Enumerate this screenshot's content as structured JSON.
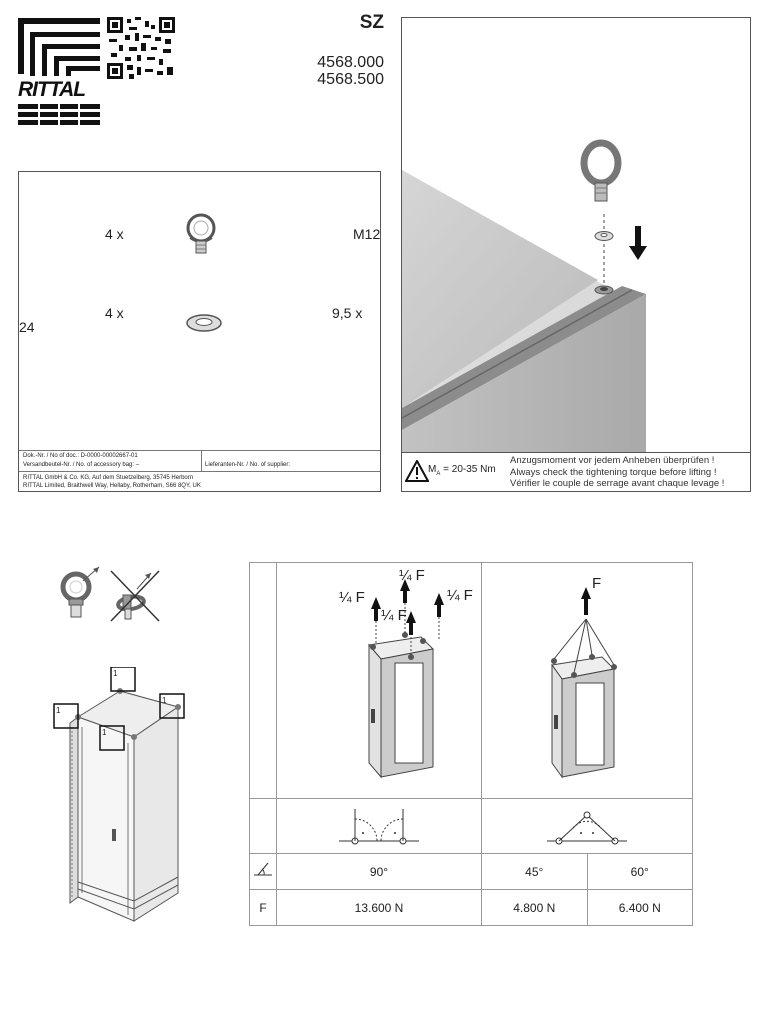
{
  "header": {
    "brand": "RITTAL",
    "product_code": "SZ",
    "article_numbers": [
      "4568.000",
      "4568.500"
    ]
  },
  "parts": {
    "items": [
      {
        "qty": "4 x",
        "icon": "eyebolt-icon",
        "size": "M12"
      },
      {
        "qty": "4 x",
        "icon": "washer-icon",
        "size_line1": "9,5 x",
        "size_line2": "24"
      }
    ],
    "doc_no": "Dok.-Nr. / No of doc.: D-0000-00002667-01",
    "bag_no": "Versandbeutel-Nr. / No. of accessory bag: –",
    "supplier_no": "Lieferanten-Nr. / No. of supplier:",
    "address_line1": "RITTAL GmbH & Co. KG, Auf dem Stuetzelberg, 35745 Herborn",
    "address_line2": "RITTAL Limited, Braithwell Way, Hellaby, Rotherham, S66 8QY, UK"
  },
  "installation": {
    "torque_label": "= 20-35 Nm",
    "torque_symbol": "M",
    "torque_subscript": "A",
    "warning_de": "Anzugsmoment vor jedem Anheben überprüfen !",
    "warning_en": "Always check the tightening torque before lifting !",
    "warning_fr": "Vérifier le couple de serrage avant chaque levage !"
  },
  "lifting": {
    "marker": "1",
    "force_quarter": "¼ F",
    "force_full": "F",
    "row_angle_icon": "angle-icon",
    "row_force_label": "F",
    "angles": [
      "90°",
      "45°",
      "60°"
    ],
    "forces": [
      "13.600 N",
      "4.800 N",
      "6.400 N"
    ]
  }
}
